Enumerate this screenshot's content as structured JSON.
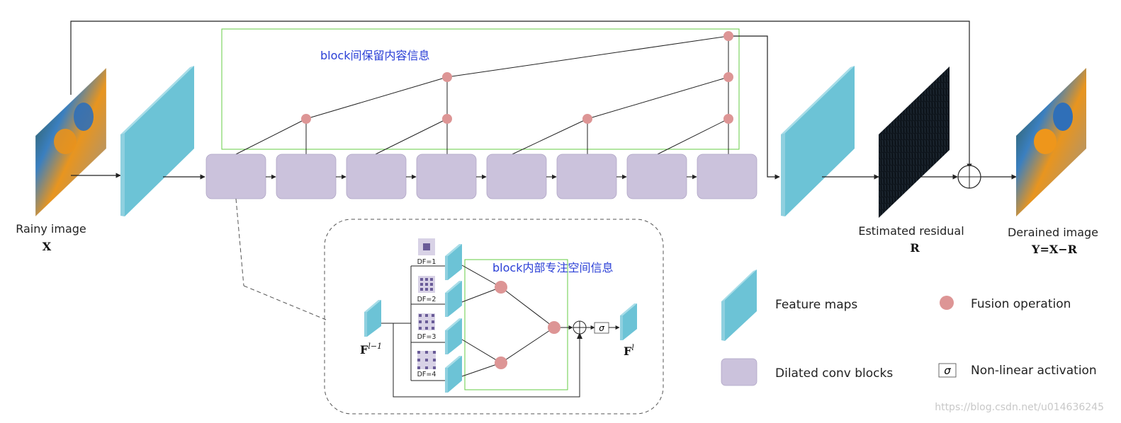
{
  "colors": {
    "feature_map_front": "#6cc3d6",
    "feature_map_side": "#a8dde8",
    "block_fill": "#cbc2dc",
    "fusion": "#dd9595",
    "note_text": "#2a3fd6",
    "green_box": "#66cc44",
    "parrot_images": "rainy/derained parrot photos",
    "residual": "#111a22"
  },
  "captions": {
    "rainy_image": "Rainy image",
    "rainy_symbol": "X",
    "estimated_residual": "Estimated residual",
    "residual_symbol": "R",
    "derained_image": "Derained image",
    "derained_formula": "Y=X−R"
  },
  "notes": {
    "between_blocks": "block间保留内容信息",
    "within_block": "block内部专注空间信息"
  },
  "detail": {
    "input_label_base": "F",
    "input_label_sup": "l−1",
    "output_label_base": "F",
    "output_label_sup": "l",
    "sigma": "σ",
    "dilation_factors": [
      "DF=1",
      "DF=2",
      "DF=3",
      "DF=4"
    ]
  },
  "legend": {
    "feature_maps": "Feature maps",
    "dilated_conv_blocks": "Dilated conv blocks",
    "fusion_operation": "Fusion operation",
    "sigma_symbol": "σ",
    "nonlinear_activation": "Non-linear activation"
  },
  "watermark": "https://blog.csdn.net/u014636245"
}
